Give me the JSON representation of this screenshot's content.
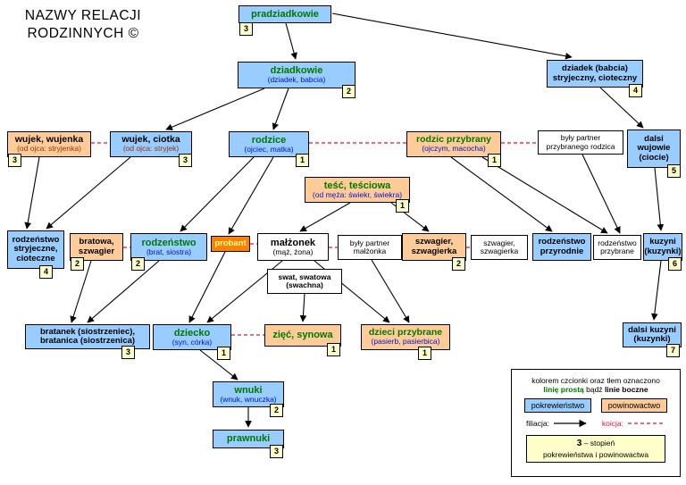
{
  "title": {
    "line1": "NAZWY RELACJI",
    "line2": "RODZINNYCH ©"
  },
  "nodes": {
    "pradziadkowie": {
      "title": "pradziadkowie",
      "badge": "3"
    },
    "dziadkowie": {
      "title": "dziadkowie",
      "subtitle": "(dziadek, babcia)",
      "badge": "2"
    },
    "dziadek_stryjeczny": {
      "title": "dziadek (babcia) stryjeczny, cioteczny",
      "badge": "4"
    },
    "wujek_wujenka": {
      "title": "wujek, wujenka",
      "subtitle": "(od ojca: stryjenka)",
      "badge": "3"
    },
    "wujek_ciotka": {
      "title": "wujek, ciotka",
      "subtitle": "(od ojca: stryjek)",
      "badge": "3"
    },
    "rodzice": {
      "title": "rodzice",
      "subtitle": "(ojciec, matka)",
      "badge": "1"
    },
    "rodzic_przybrany": {
      "title": "rodzic przybrany",
      "subtitle": "(ojczym, macocha)",
      "badge": "1"
    },
    "byly_partner_rodzica": {
      "title": "były partner przybranego rodzica"
    },
    "dalsi_wujowie": {
      "title": "dalsi wujowie (ciocie)",
      "badge": "5"
    },
    "tesc_tesciowa": {
      "title": "teść, teściowa",
      "subtitle": "(od męża: świekr, świekra)",
      "badge": "1"
    },
    "rodzenstwo_stryjeczne": {
      "title": "rodzeństwo stryjeczne, cioteczne",
      "badge": "4"
    },
    "bratowa_szwagier": {
      "title": "bratowa, szwagier",
      "badge": "2"
    },
    "rodzenstwo": {
      "title": "rodzeństwo",
      "subtitle": "(brat, siostra)",
      "badge": "2"
    },
    "probant": {
      "title": "probant"
    },
    "malzonek": {
      "title": "małżonek",
      "subtitle": "(mąż, żona)"
    },
    "byly_partner_malzonka": {
      "title": "były partner małżonka"
    },
    "szwagier_szwagierka": {
      "title": "szwagier, szwagierka",
      "badge": "2"
    },
    "szwagier_szwagierka_partner": {
      "title": "szwagier, szwagierka"
    },
    "rodzenstwo_przyrodnie": {
      "title": "rodzeństwo przyrodnie"
    },
    "rodzenstwo_przybrane": {
      "title": "rodzeństwo przybrane"
    },
    "kuzyni": {
      "title": "kuzyni (kuzynki)",
      "badge": "6"
    },
    "swat_swatowa": {
      "title": "swat, swatowa (swachna)"
    },
    "bratanek_bratanica": {
      "title": "bratanek (siostrzeniec), bratanica (siostrzenica)",
      "badge": "3"
    },
    "dziecko": {
      "title": "dziecko",
      "subtitle": "(syn, córka)",
      "badge": "1"
    },
    "ziec_synowa": {
      "title": "zięć, synowa",
      "badge": "1"
    },
    "dzieci_przybrane": {
      "title": "dzieci przybrane",
      "subtitle": "(pasierb, pasierbica)",
      "badge": "1"
    },
    "dalsi_kuzyni": {
      "title": "dalsi kuzyni (kuzynki)",
      "badge": "7"
    },
    "wnuki": {
      "title": "wnuki",
      "subtitle": "(wnuk, wnuczka)",
      "badge": "2"
    },
    "prawnuki": {
      "title": "prawnuki",
      "badge": "3"
    }
  },
  "legend": {
    "caption_line1": "kolorem czcionki oraz tłem oznaczono",
    "caption_green": "linię prostą",
    "caption_mid": "bądź",
    "caption_black": "linie boczne",
    "chip_pokrewienstwo": "pokrewieństwo",
    "chip_powinowactwo": "powinowactwo",
    "filiacja_label": "filiacja:",
    "koicja_label": "koicja:",
    "degree_number": "3",
    "degree_label1": "– stopień",
    "degree_label2": "pokrewieństwa i powinowactwa"
  },
  "colors": {
    "pokrewienstwo_bg": "#99ccff",
    "powinowactwo_bg": "#ffcc99",
    "probant_bg": "#ff8000",
    "degree_badge_bg": "#ffffcc",
    "direct_line_text": "#007700",
    "koicja_line": "#dc143c"
  }
}
